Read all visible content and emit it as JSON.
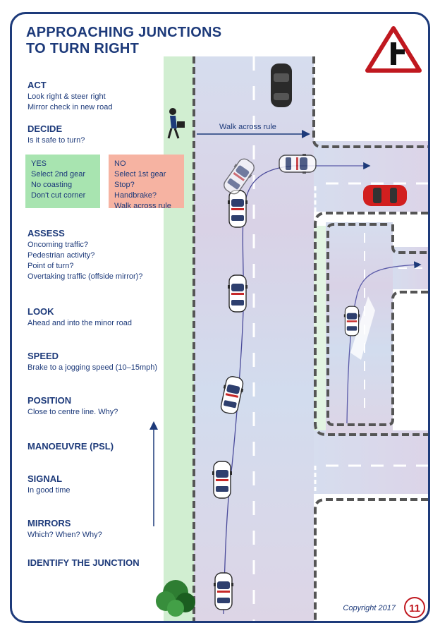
{
  "title_lines": [
    "APPROACHING JUNCTIONS",
    "TO TURN RIGHT"
  ],
  "sections": {
    "act": {
      "heading": "ACT",
      "lines": [
        "Look right & steer right",
        "Mirror check in new road"
      ]
    },
    "decide": {
      "heading": "DECIDE",
      "lines": [
        "Is it safe to turn?"
      ]
    },
    "assess": {
      "heading": "ASSESS",
      "lines": [
        "Oncoming traffic?",
        "Pedestrian activity?",
        "Point of turn?",
        "Overtaking traffic (offside mirror)?"
      ]
    },
    "look": {
      "heading": "LOOK",
      "lines": [
        "Ahead and into the minor road"
      ]
    },
    "speed": {
      "heading": "SPEED",
      "lines": [
        "Brake to a jogging speed (10–15mph)"
      ]
    },
    "position": {
      "heading": "POSITION",
      "lines": [
        "Close to centre line. Why?"
      ]
    },
    "manoeuvre": {
      "heading": "MANOEUVRE (PSL)",
      "lines": []
    },
    "signal": {
      "heading": "SIGNAL",
      "lines": [
        "In good time"
      ]
    },
    "mirrors": {
      "heading": "MIRRORS",
      "lines": [
        "Which? When? Why?"
      ]
    },
    "identify": {
      "heading": "IDENTIFY THE JUNCTION",
      "lines": []
    }
  },
  "yes_box": {
    "lines": [
      "YES",
      "Select 2nd gear",
      "No coasting",
      "Don't cut corner"
    ]
  },
  "no_box": {
    "lines": [
      "NO",
      "Select 1st gear",
      "Stop? Handbrake?",
      "Walk across rule"
    ]
  },
  "walk_label": "Walk across rule",
  "copyright": "Copyright 2017",
  "page_number": "11",
  "icons": [
    "warning-triangle-sign",
    "pedestrian-icon",
    "tree-icon"
  ],
  "colors": {
    "text": "#1d3a7a",
    "yes_box": "#a8e4b0",
    "no_box": "#f6b3a2",
    "sign_red": "#c0181f",
    "grass": "#c8eac8"
  }
}
